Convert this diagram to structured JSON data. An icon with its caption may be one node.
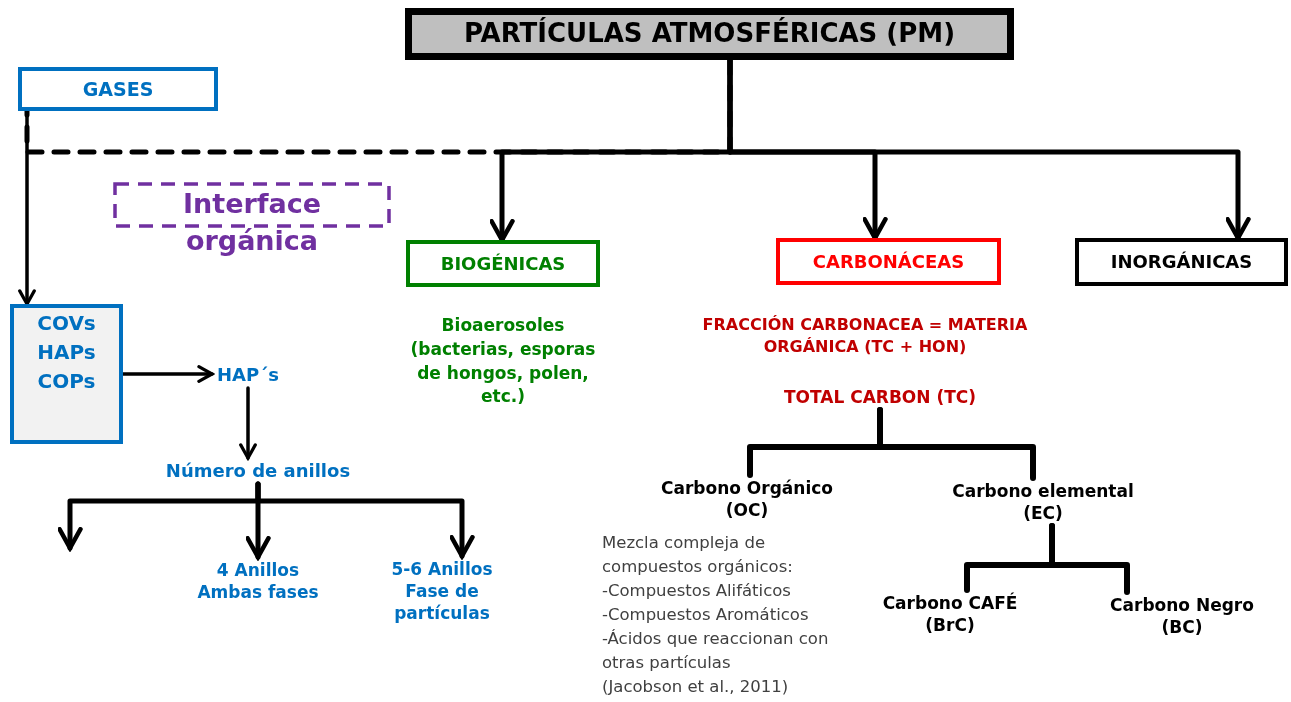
{
  "diagram": {
    "nodes": [
      {
        "text": [
          "PARTÍCULAS ATMOSFÉRICAS (PM)"
        ]
      },
      {
        "text": [
          "GASES"
        ]
      },
      {
        "text": [
          "Interface",
          "orgánica"
        ]
      },
      {
        "text": [
          "BIOGÉNICAS"
        ],
        "beside": [
          "Bioaerosoles (bacterias, esporas de hongos, polen, etc.)"
        ]
      },
      {
        "text": [
          "CARBONÁCEAS"
        ],
        "beside": [
          "FRACCIÓN CARBONACEA = MATERIA ORGÁNICA (TC + HON)"
        ]
      },
      {
        "text": [
          "INORGÁNICAS"
        ]
      },
      {
        "text": [
          "COVs HAPs COPs"
        ]
      },
      {
        "text": [
          "HAP´s"
        ]
      },
      {
        "text": [
          "Número de anillos"
        ]
      },
      {
        "text": [
          "4 Anillos Ambas fases"
        ]
      },
      {
        "text": [
          "5-6 Anillos Fase de partículas"
        ]
      },
      {
        "text": [
          "TOTAL CARBON (TC)"
        ]
      },
      {
        "text": [
          "Carbono Orgánico (OC)"
        ],
        "beside": [
          "Mezcla compleja de compuestos orgánicos:",
          "-Compuestos Alifáticos",
          "-Compuestos Aromáticos",
          "-Ácidos que reaccionan con otras partículas",
          "(Jacobson et al., 2011)"
        ]
      },
      {
        "text": [
          "Carbono elemental (EC)"
        ]
      },
      {
        "text": [
          "Carbono CAFÉ (BrC)"
        ]
      },
      {
        "text": [
          "Carbono Negro (BC)"
        ]
      }
    ],
    "edges": [
      {
        "from": 0,
        "to": 3,
        "arrow": "to"
      },
      {
        "from": 0,
        "to": 4,
        "arrow": "to"
      },
      {
        "from": 0,
        "to": 5,
        "arrow": "to"
      },
      {
        "from": 0,
        "to": 1,
        "arrow": "none",
        "style": "dashed"
      },
      {
        "from": 1,
        "to": 6,
        "arrow": "to"
      },
      {
        "from": 6,
        "to": 7,
        "arrow": "to"
      },
      {
        "from": 7,
        "to": 8,
        "arrow": "to"
      },
      {
        "from": 8,
        "to": null,
        "arrow": "to"
      },
      {
        "from": 8,
        "to": 9,
        "arrow": "to"
      },
      {
        "from": 8,
        "to": 10,
        "arrow": "to"
      },
      {
        "from": 11,
        "to": 12,
        "arrow": "none"
      },
      {
        "from": 11,
        "to": 13,
        "arrow": "none"
      },
      {
        "from": 13,
        "to": 14,
        "arrow": "none"
      },
      {
        "from": 13,
        "to": 15,
        "arrow": "none"
      }
    ]
  }
}
